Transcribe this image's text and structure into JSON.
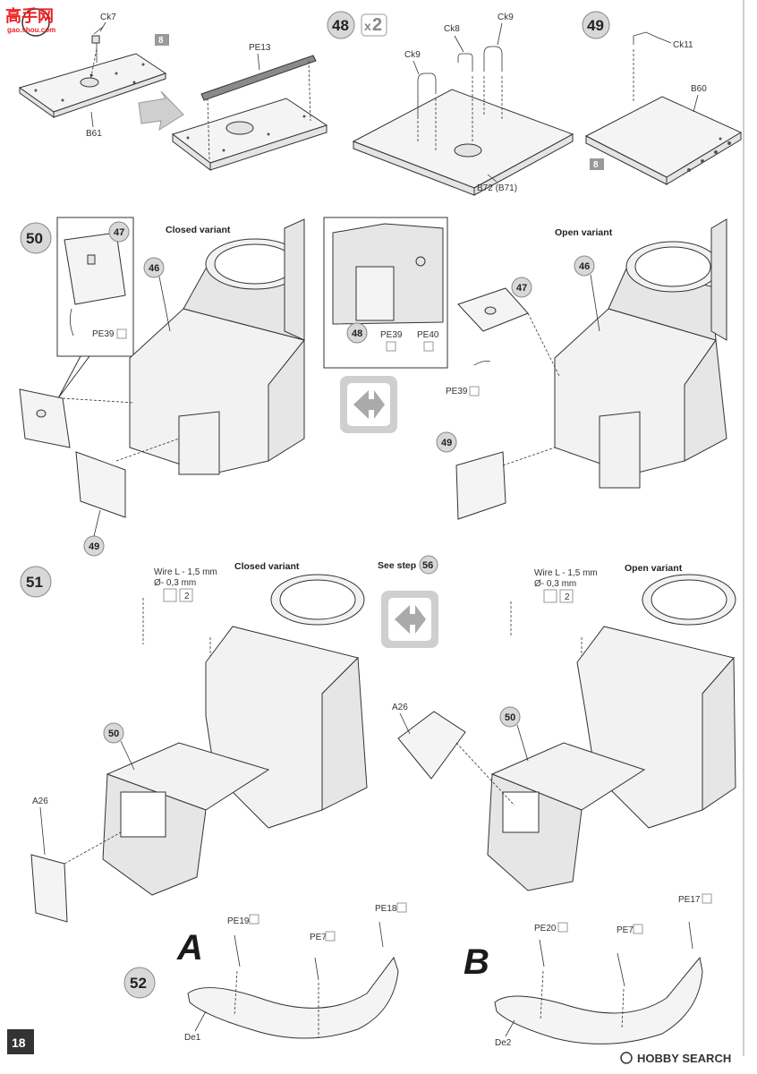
{
  "page": {
    "number": "18",
    "watermark_top": "高手网",
    "watermark_top_small": "gao.shou.com",
    "watermark_bottom": "HOBBY SEARCH"
  },
  "steps": [
    {
      "id": "47",
      "labels": {
        "ck7": "Ck7",
        "pe13": "PE13",
        "b61": "B61",
        "tag": "8"
      }
    },
    {
      "id": "48",
      "qty": "2",
      "labels": {
        "ck9a": "Ck9",
        "ck8": "Ck8",
        "ck9b": "Ck9",
        "b72": "B72 (B71)"
      }
    },
    {
      "id": "49",
      "labels": {
        "ck11": "Ck11",
        "b60": "B60",
        "tag": "8"
      }
    },
    {
      "id": "50",
      "closed": "Closed variant",
      "open": "Open variant",
      "labels": {
        "ref47": "47",
        "ref46": "46",
        "pe39": "PE39",
        "ref49": "49",
        "ref48": "48",
        "pe39b": "PE39",
        "pe40": "PE40",
        "ref47b": "47",
        "ref46b": "46",
        "pe39c": "PE39",
        "ref49b": "49"
      }
    },
    {
      "id": "51",
      "closed": "Closed variant",
      "open": "Open variant",
      "see_step": "See step",
      "see_step_num": "56",
      "wire": "Wire L - 1,5 mm",
      "wire_d": "Ø- 0,3 mm",
      "wire_qty": "2",
      "labels": {
        "ref50": "50",
        "a26": "A26",
        "ref50b": "50",
        "a26b": "A26"
      }
    },
    {
      "id": "52",
      "variant_a": "A",
      "variant_b": "B",
      "labels": {
        "pe19": "PE19",
        "pe7": "PE7",
        "pe18": "PE18",
        "de1": "De1",
        "pe20": "PE20",
        "pe7b": "PE7",
        "pe17": "PE17",
        "de2": "De2"
      }
    }
  ]
}
